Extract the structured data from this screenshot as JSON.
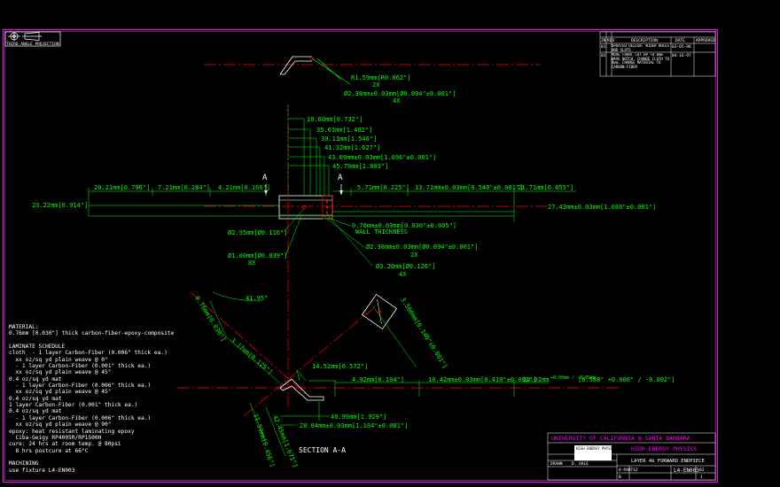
{
  "drawing": {
    "projection_label": "THIRD ANGLE PROJECTION",
    "section_label": "SECTION A-A",
    "section_marker": "A"
  },
  "revision_table": {
    "headers": [
      "ZN",
      "REV",
      "DESCRIPTION",
      "DATE",
      "APPROVED"
    ],
    "rows": [
      {
        "rev": "01",
        "description": "UPDATED DESIGN, WIDER HOLES AND SLOTS",
        "date": "03-05-96"
      },
      {
        "rev": "02",
        "description": "MOVE FRONT CUT UP TO 0mm WAVE NOTCH. CHANGE CLOTH TO 0mm. CHANGE MATERIAL TO CARBON-FIBER",
        "date": "04-16-97"
      }
    ]
  },
  "dimensions": {
    "r159": "R1.59mm[R0.062\"]",
    "r159_qty": "2X",
    "d238_top": "Ø2.38mm±0.03mm[Ø0.094\"±0.001\"]",
    "d238_top_qty": "4X",
    "d1860": "18.60mm[0.732\"]",
    "d3561": "35.61mm[1.402\"]",
    "d3911": "39.11mm[1.540\"]",
    "d4132": "41.32mm[1.627\"]",
    "d4309": "43.09mm±0.03mm[1.696\"±0.001\"]",
    "d4579": "45.79mm[1.803\"]",
    "d2021": "20.21mm[0.796\"]",
    "d721": "7.21mm[0.284\"]",
    "d421": "4.21mm[0.166\"]",
    "d571": "5.71mm[0.225\"]",
    "d1371": "13.71mm±0.03mm[0.540\"±0.001\"]",
    "d2171": "21.71mm[0.855\"]",
    "d2322": "23.22mm[0.914\"]",
    "d2743": "27.43mm±0.03mm[1.080\"±0.001\"]",
    "d076": "0.76mm±0.03mm[0.030\"±0.005\"]",
    "wall": "WALL THICKNESS",
    "d295": "Ø2.95mm[Ø0.116\"]",
    "d238_mid": "Ø2.38mm±0.03mm[Ø0.094\"±0.001\"]",
    "d238_mid_qty": "2X",
    "d100": "Ø1.00mm[Ø0.039\"]",
    "d100_qty": "8X",
    "d320": "Ø3.20mm[Ø0.126\"]",
    "d320_qty": "4X",
    "a4195": "41.95°",
    "d076b": "0.76mm[0.030\"]",
    "d317": "3.17mm[0.125\"]",
    "d1452": "14.52mm[0.572\"]",
    "d492": "4.92mm[0.194\"]",
    "d1042": "10.42mm±0.03mm[0.410\"±0.001\"]",
    "d1492": "14.92mm",
    "d1492_tol": "+0.00mm / -0.05mm",
    "d1492_in": "[0.588\" +0.000\" / -0.002\"]",
    "d4899": "48.99mm[1.929\"]",
    "d2804": "28.04mm±0.03mm[1.104\"±0.001\"]",
    "d1159": "11.59mm[0.456\"]",
    "d4245": "42.45mm[1.671\"]",
    "d3560": "3.560mm[0.140\"±0.001\"]"
  },
  "notes": [
    "MATERIAL:",
    "0.76mm [0.030\"] thick carbon-fiber-epoxy-composite",
    "",
    "LAMINATE SCHEDULE",
    "cloth  - 1 layer Carbon-Fiber (0.006\" thick ea.)",
    "  xx oz/sq yd plain weave @ 0°",
    "  - 1 layer Carbon-Fiber (0.001\" thick ea.)",
    "  xx oz/sq yd plain weave @ 45°",
    "0.4 oz/sq yd mat",
    "  - 1 layer Carbon-Fiber (0.006\" thick ea.)",
    "  xx oz/sq yd plain weave @ 45°",
    "0.4 oz/sq yd mat",
    "1 layer Carbon-Fiber (0.001\" thick ea.)",
    "0.4 oz/sq yd mat",
    "  - 1 layer Carbon-Fiber (0.006\" thick ea.)",
    "  xx oz/sq yd plain weave @ 90°",
    "epoxy: heat resistant laminating epoxy",
    "  Ciba-Geigy RP4005R/RP1500H",
    "cure: 24 hrs at room temp. @ 80psi",
    "  8 hrs postcure at 66°C",
    "",
    "MACHINING",
    "use fixture L4-EN003"
  ],
  "title_block": {
    "university": "UNIVERSITY OF CALIFORNIA @ SANTA BARBARA",
    "group": "HIGH ENERGY PHYSICS",
    "part_title": "LAYER 4b FORWARD ENDPIECE",
    "dwg_no": "L4-EN003",
    "size": "B",
    "sheet": "1",
    "rev": "02",
    "drawn_label": "DRAWN",
    "drawn_by": "D. HALE",
    "assy": "8-PARTS2"
  },
  "colors": {
    "background": "#000000",
    "dimension": "#00ff00",
    "outline": "#ffffff",
    "centerline": "#ff0000",
    "border": "#ff00ff",
    "title": "#ff00ff"
  }
}
